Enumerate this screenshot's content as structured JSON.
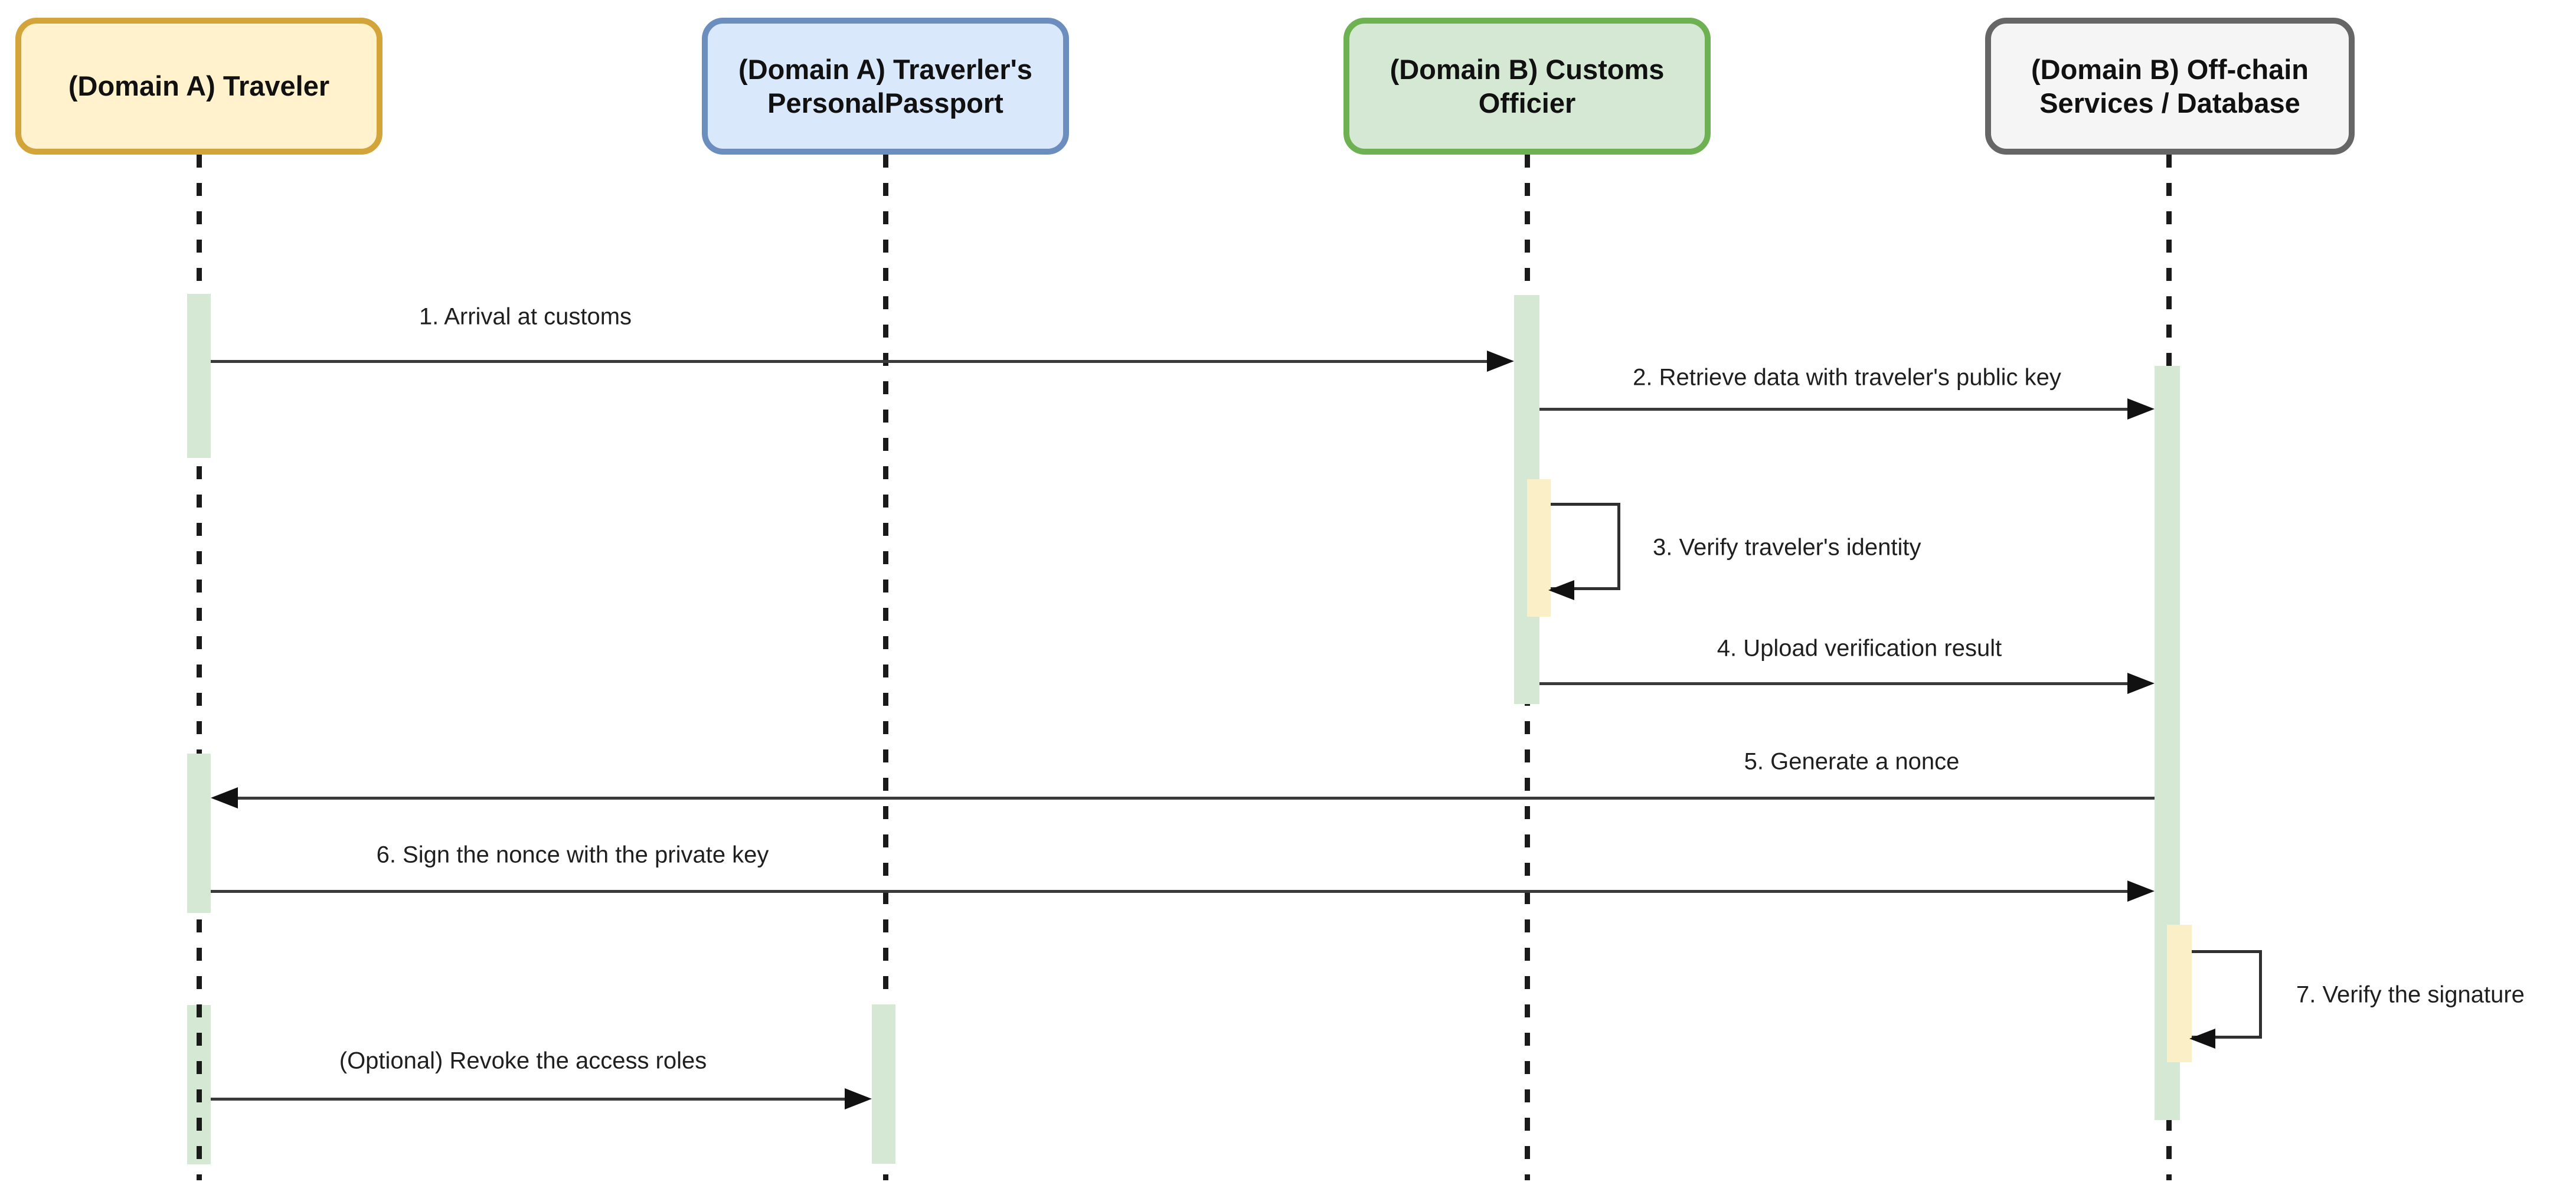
{
  "diagram_type": "uml-sequence-diagram",
  "participants": [
    {
      "id": "traveler",
      "label": "(Domain A) Traveler",
      "fill": "#FFF2CC",
      "stroke": "#D3A43A"
    },
    {
      "id": "personal-passport",
      "label": "(Domain A) Traverler's PersonalPassport",
      "fill": "#DAE8FC",
      "stroke": "#6C8EBF"
    },
    {
      "id": "customs-officer",
      "label": "(Domain B) Customs Officier",
      "fill": "#D5E8D4",
      "stroke": "#6DB152"
    },
    {
      "id": "offchain-services",
      "label": "(Domain B) Off-chain Services / Database",
      "fill": "#F5F5F5",
      "stroke": "#666666"
    }
  ],
  "messages": [
    {
      "num": "1",
      "label": "1. Arrival at customs",
      "from": "traveler",
      "to": "customs-officer",
      "type": "message"
    },
    {
      "num": "2",
      "label": "2. Retrieve data with traveler's public key",
      "from": "customs-officer",
      "to": "offchain-services",
      "type": "message"
    },
    {
      "num": "3",
      "label": "3. Verify traveler's identity",
      "from": "customs-officer",
      "to": "customs-officer",
      "type": "self-message"
    },
    {
      "num": "4",
      "label": "4. Upload verification result",
      "from": "customs-officer",
      "to": "offchain-services",
      "type": "message"
    },
    {
      "num": "5",
      "label": "5. Generate a nonce",
      "from": "offchain-services",
      "to": "traveler",
      "type": "message"
    },
    {
      "num": "6",
      "label": "6. Sign the nonce with the private key",
      "from": "traveler",
      "to": "offchain-services",
      "type": "message"
    },
    {
      "num": "7",
      "label": "7. Verify the signature",
      "from": "offchain-services",
      "to": "offchain-services",
      "type": "self-message"
    },
    {
      "num": "8",
      "label": "(Optional) Revoke the access roles",
      "from": "traveler",
      "to": "personal-passport",
      "type": "message"
    }
  ],
  "colors": {
    "background": "#ffffff",
    "activation_green": "#D5E8D4",
    "activation_yellow": "#FAEFC6",
    "arrow_line": "#3a3a3a",
    "arrow_head": "#111111",
    "lifeline": "#1a1a1a",
    "text": "#1f1f1f"
  }
}
